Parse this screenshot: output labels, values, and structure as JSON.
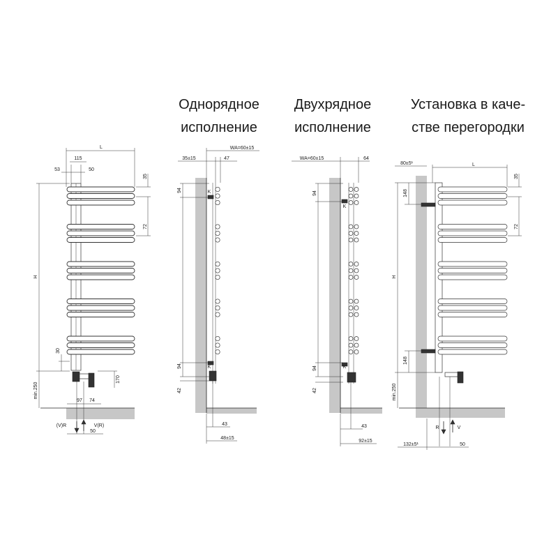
{
  "headings": {
    "single": [
      "Однорядное",
      "исполнение"
    ],
    "double": [
      "Двухрядное",
      "исполнение"
    ],
    "partition": [
      "Установка в каче-",
      "стве перегородки"
    ]
  },
  "front_view": {
    "width_label": "L",
    "d115": "115",
    "d53": "53",
    "d50": "50",
    "d35": "35",
    "d72": "72",
    "height_label": "H",
    "d30": "30",
    "d170": "170",
    "min250": "min.250",
    "d97": "97",
    "d74": "74",
    "return_label": "(V)R",
    "flow_label": "V(R)",
    "d50_bottom": "50"
  },
  "single_row": {
    "wa": "WA=60±15",
    "d35": "35±15",
    "d47": "47",
    "d94_top": "94",
    "d94_bottom": "94",
    "d42": "42",
    "d43": "43",
    "d48": "48±15",
    "k_top": "K",
    "k_bottom": "K"
  },
  "double_row": {
    "wa": "WA=60±15",
    "d64": "64",
    "d94_top": "94",
    "d94_bottom": "94",
    "d42": "42",
    "d43": "43",
    "d92": "92±15",
    "k_top": "K",
    "k_bottom": "K"
  },
  "partition": {
    "d80": "80±5¹",
    "width_label": "L",
    "d148_top": "148",
    "d148_bottom": "148",
    "d35": "35",
    "d72": "72",
    "height_label": "H",
    "min250": "min.250",
    "r_label": "R",
    "v_label": "V",
    "d132": "132±5¹",
    "d50": "50"
  }
}
